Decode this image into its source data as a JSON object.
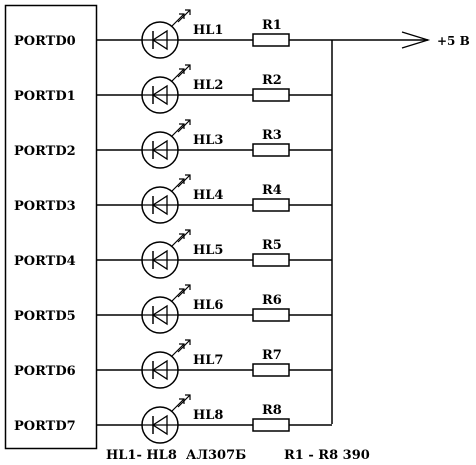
{
  "ports": [
    {
      "port": "PORTD0",
      "led": "HL1",
      "resistor": "R1"
    },
    {
      "port": "PORTD1",
      "led": "HL2",
      "resistor": "R2"
    },
    {
      "port": "PORTD2",
      "led": "HL3",
      "resistor": "R3"
    },
    {
      "port": "PORTD3",
      "led": "HL4",
      "resistor": "R4"
    },
    {
      "port": "PORTD4",
      "led": "HL5",
      "resistor": "R5"
    },
    {
      "port": "PORTD5",
      "led": "HL6",
      "resistor": "R6"
    },
    {
      "port": "PORTD6",
      "led": "HL7",
      "resistor": "R7"
    },
    {
      "port": "PORTD7",
      "led": "HL8",
      "resistor": "R8"
    }
  ],
  "supply": "+5 В",
  "notes": {
    "leds": "HL1- HL8  АЛ307Б",
    "resistors": "R1 - R8 390"
  }
}
